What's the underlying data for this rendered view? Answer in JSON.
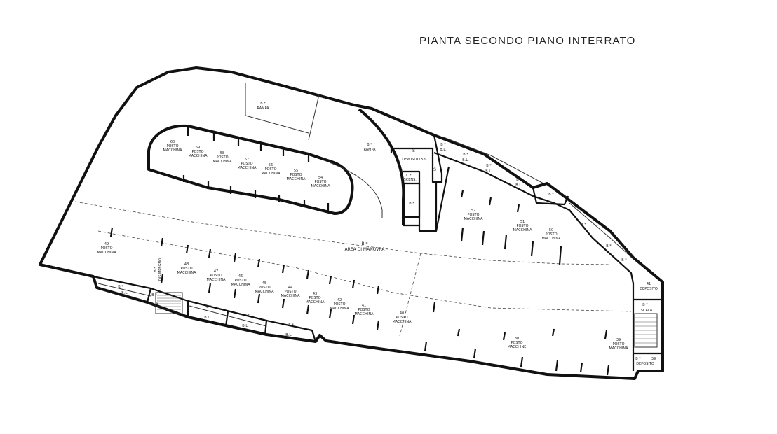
{
  "title": "PIANTA SECONDO PIANO INTERRATO",
  "labels": {
    "posto": "POSTO",
    "macchina": "MACCHINA",
    "macchine": "MACCHINE",
    "deposito": "DEPOSITO",
    "rampa": "RAMPA",
    "area_manovra": "AREA DI MANOVRA",
    "ascens": "ASCENS.",
    "scala": "SCALA",
    "bl": "B.L.",
    "b_star": "B *",
    "c_star": "C *",
    "s": "S",
    "disimpegno": "DISIMPEGNO",
    "deposito_53": "DEPOSITO 53",
    "deposito_41": "DEPOSITO",
    "deposito_39": "DEPOSITO"
  },
  "spaces": [
    {
      "num": "60",
      "kind": "macchina"
    },
    {
      "num": "59",
      "kind": "macchina"
    },
    {
      "num": "58",
      "kind": "macchina"
    },
    {
      "num": "57",
      "kind": "macchina"
    },
    {
      "num": "56",
      "kind": "macchina"
    },
    {
      "num": "55",
      "kind": "macchina"
    },
    {
      "num": "54",
      "kind": "macchina"
    },
    {
      "num": "52",
      "kind": "macchina"
    },
    {
      "num": "51",
      "kind": "macchina"
    },
    {
      "num": "50",
      "kind": "macchina"
    },
    {
      "num": "49",
      "kind": "macchina"
    },
    {
      "num": "48",
      "kind": "macchina"
    },
    {
      "num": "47",
      "kind": "macchina"
    },
    {
      "num": "46",
      "kind": "macchina"
    },
    {
      "num": "45",
      "kind": "macchina"
    },
    {
      "num": "44",
      "kind": "macchina"
    },
    {
      "num": "43",
      "kind": "macchina"
    },
    {
      "num": "42",
      "kind": "macchina"
    },
    {
      "num": "41",
      "kind": "macchina"
    },
    {
      "num": "40",
      "kind": "macchina"
    },
    {
      "num": "30",
      "kind": "macchine"
    },
    {
      "num": "39",
      "kind": "macchina"
    }
  ],
  "deposits": [
    {
      "num": "41"
    },
    {
      "num": "39"
    }
  ]
}
